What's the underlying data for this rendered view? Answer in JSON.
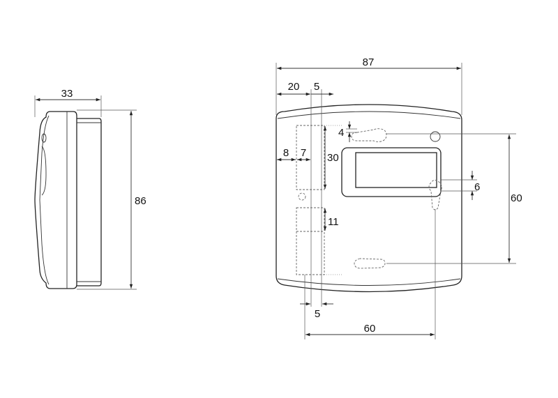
{
  "dimensions": {
    "side_depth": "33",
    "side_height": "86",
    "front_width": "87",
    "left_offset": "20",
    "slot_width_top": "5",
    "slot_inner_offset": "8",
    "slot_inner_width": "7",
    "slot_length": "30",
    "keyhole_height": "4",
    "screw_slot_height": "6",
    "mount_vertical_spacing": "60",
    "lower_slot_length": "11",
    "slot_width_bottom": "5",
    "mount_horizontal_spacing": "60"
  }
}
